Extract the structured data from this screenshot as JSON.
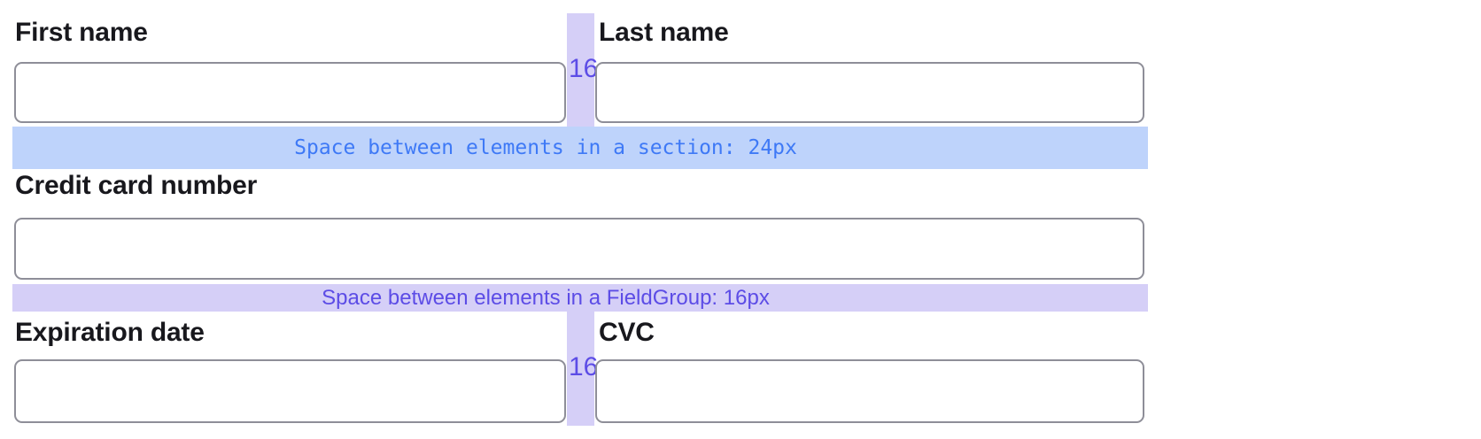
{
  "colors": {
    "label_text": "#18181d",
    "input_border": "#8e8e98",
    "input_bg": "#ffffff",
    "section_band_bg": "#bed3fb",
    "section_band_text": "#3e79f6",
    "group_band_bg": "#d5cff7",
    "group_band_text": "#5c4ce6",
    "gap_strip_bg": "#d5cff7",
    "gap_label_text": "#5c4ce6"
  },
  "form": {
    "fields": [
      {
        "label": "First name",
        "value": ""
      },
      {
        "label": "Last name",
        "value": ""
      },
      {
        "label": "Credit card number",
        "value": ""
      },
      {
        "label": "Expiration date",
        "value": ""
      },
      {
        "label": "CVC",
        "value": ""
      }
    ]
  },
  "annotations": {
    "section_gap_label": "Space between elements in a section: 24px",
    "fieldgroup_gap_label": "Space between elements in a FieldGroup: 16px",
    "column_gap_top": "16",
    "column_gap_bottom": "16"
  }
}
